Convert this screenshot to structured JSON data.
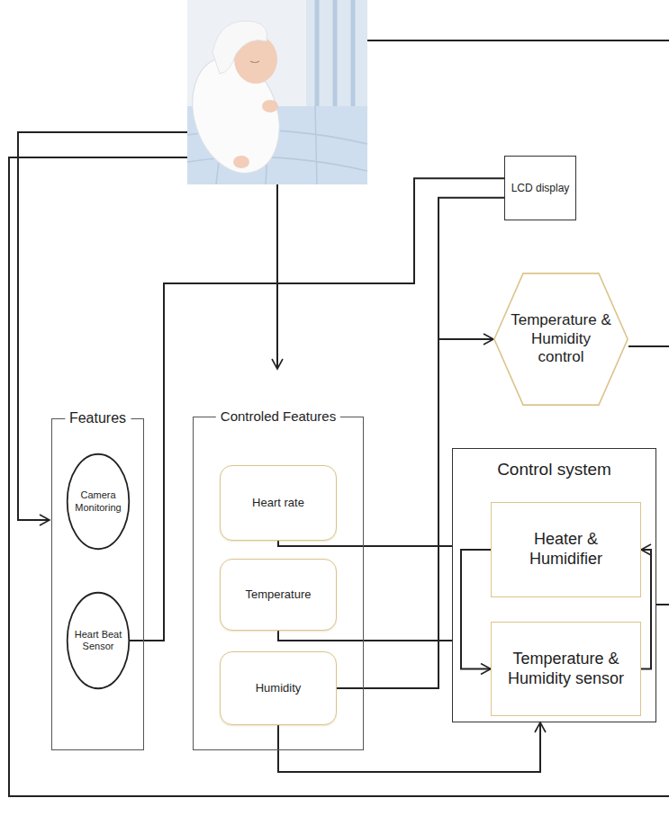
{
  "diagram": {
    "nodes": [
      {
        "text": [
          "LCD display"
        ]
      },
      {
        "text": [
          "Temperature & Humidity control"
        ]
      },
      {
        "text": [
          "Features"
        ]
      },
      {
        "text": [
          "Camera Monitoring"
        ],
        "in": 2
      },
      {
        "text": [
          "Heart Beat Sensor"
        ],
        "in": 2
      },
      {
        "text": [
          "Controled Features"
        ]
      },
      {
        "text": [
          "Heart rate"
        ],
        "in": 5
      },
      {
        "text": [
          "Temperature"
        ],
        "in": 5
      },
      {
        "text": [
          "Humidity"
        ],
        "in": 5
      },
      {
        "text": [
          "Control system"
        ]
      },
      {
        "text": [
          "Heater & Humidifier"
        ],
        "in": 9
      },
      {
        "text": [
          "Temperature & Humidity sensor"
        ],
        "in": 9
      }
    ],
    "edges": [
      {
        "from": 4,
        "to": 0,
        "arrow": "none"
      },
      {
        "from": 6,
        "to": 9,
        "arrow": "none"
      },
      {
        "from": 7,
        "to": 9,
        "arrow": "none"
      },
      {
        "from": 8,
        "to": 0,
        "arrow": "none"
      },
      {
        "from": 8,
        "to": 1,
        "arrow": "to"
      },
      {
        "from": 8,
        "to": 9,
        "arrow": "to"
      },
      {
        "from": 10,
        "to": 11,
        "arrow": "to"
      },
      {
        "from": 11,
        "to": 10,
        "arrow": "to"
      }
    ]
  }
}
